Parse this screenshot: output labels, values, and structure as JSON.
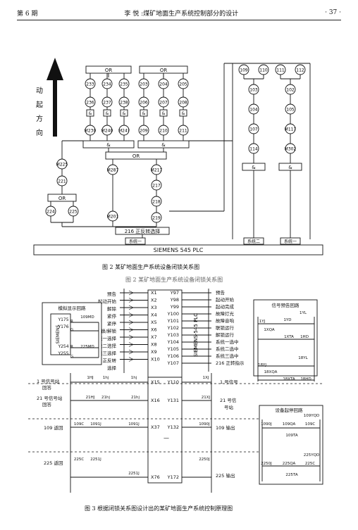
{
  "header": {
    "issue": "第 6 期",
    "author_title": "李 悦 :煤矿地面生产系统控制部分的设计",
    "page": "· 37 ·"
  },
  "fig2": {
    "direction_label": [
      "动",
      "起",
      "方",
      "向"
    ],
    "or_label": "OR",
    "and_label": "&",
    "row1_left": [
      "233",
      "234",
      "235"
    ],
    "row1_mid": [
      "203",
      "204",
      "205"
    ],
    "row2_left": [
      "236",
      "237",
      "238"
    ],
    "row2_mid": [
      "206",
      "207",
      "208"
    ],
    "row4_left": [
      "M230",
      "M240",
      "M24?"
    ],
    "row4_mid": [
      "209",
      "210",
      "211"
    ],
    "right_a_top": [
      "109",
      "110"
    ],
    "right_b_top": [
      "111",
      "112"
    ],
    "right_a_col": [
      "103",
      "104",
      "107",
      "114"
    ],
    "right_b_col": [
      "102",
      "105",
      "M117",
      "M302"
    ],
    "mid_lower_left": [
      "M287"
    ],
    "mid_lower_right": [
      "M217",
      "217",
      "218",
      "219"
    ],
    "mid_bottom": "M201",
    "left_stack": [
      "M225",
      "221"
    ],
    "left_bottom": [
      "224",
      "225"
    ],
    "reverse_box": "216 正反转选择",
    "sys_labels": [
      "系统一",
      "系统二",
      "系统一"
    ],
    "plc_bar": "SIEMENS  545  PLC",
    "caption": "图 2  某矿地面生产系统设备闭锁关系图",
    "caption_ghost": "图 2  某矿地面生产系统设备闭锁关系图"
  },
  "fig3": {
    "left_inputs": [
      "预告",
      "起动开始",
      "解除",
      "紧停",
      "紧停",
      "联锁/解锁",
      "系统一选择",
      "系统二选择",
      "系统三选择",
      "216 正反转",
      "选择"
    ],
    "x_inputs": [
      "X1",
      "X2",
      "X3",
      "X4",
      "X5",
      "X6",
      "X7",
      "X8",
      "X9",
      "X10"
    ],
    "y_outputs": [
      "Y97",
      "Y98",
      "Y99",
      "Y100",
      "Y101",
      "Y102",
      "Y103",
      "Y104",
      "Y105",
      "Y106",
      "Y107"
    ],
    "right_outputs": [
      "预告",
      "起动开始",
      "起动完成",
      "故障灯光",
      "故障音响",
      "联锁运行",
      "解锁运行",
      "系统一选中",
      "系统二选中",
      "系统三选中",
      "216 正转指示"
    ],
    "plc_vertical": "SIEMENS-545 PLC",
    "display_box": "模拟显示回路",
    "display_items": [
      "Y175",
      "Y176",
      "Y254",
      "Y255",
      "SIEMENS"
    ],
    "display_labels": [
      "109MD",
      "225MD",
      "R",
      "G",
      "R",
      "G"
    ],
    "signal_box": "信号预告回路",
    "signal_labels": [
      "1YJ",
      "1YD",
      "1YL",
      "1XQA",
      "1XTA",
      "1HD",
      "18YJ",
      "18YL",
      "18XQA",
      "18XTA",
      "18HD"
    ],
    "station1": "1 号信号站",
    "station1b": "回答",
    "station21": "21 号信号站",
    "station21b": "回答",
    "return109": "109 返回",
    "return225": "225 返回",
    "mid_x": [
      "X15",
      "X16",
      "X37",
      "X76"
    ],
    "mid_y": [
      "Y110",
      "Y131",
      "Y132",
      "Y172"
    ],
    "relays_l": [
      "1HJ",
      "1hj",
      "21HJ",
      "21hj",
      "109C",
      "1091J",
      "225C",
      "2251J"
    ],
    "relays_r": [
      "1XJ",
      "21XJ",
      "1090J",
      "2250J"
    ],
    "right_sig1": "1 号信号",
    "right_sig21": "21 号信",
    "right_sig21b": "号站",
    "out109": "109 输出",
    "out225": "225 输出",
    "equip_box": "设备起停回路",
    "equip_labels": [
      "1090J",
      "109QA",
      "109C",
      "109TA",
      "109YQD",
      "2250J",
      "225QA",
      "225C",
      "225TA",
      "225YQD"
    ],
    "caption": "图 3  根据闭锁关系图设计出的某矿地面生产系统控制原理图"
  }
}
